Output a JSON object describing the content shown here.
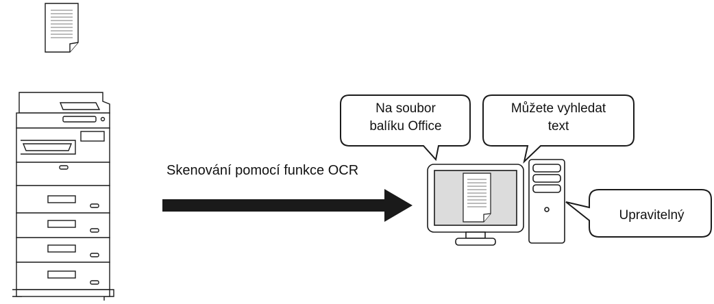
{
  "scan_label": "Skenování pomocí funkce OCR",
  "bubbles": [
    {
      "line1": "Na soubor",
      "line2": "balíku Office"
    },
    {
      "line1": "Můžete vyhledat",
      "line2": "text"
    },
    {
      "line1": "Upravitelný"
    }
  ],
  "icons": {
    "source_document": "document-icon",
    "device": "multifunction-printer-icon",
    "arrow": "right-arrow-icon",
    "monitor": "monitor-icon",
    "tower": "computer-tower-icon",
    "screen_document": "document-icon"
  },
  "colors": {
    "stroke": "#1a1a1a",
    "screen_fill": "#dcdcdc",
    "arrow_fill": "#1a1a1a",
    "background": "#ffffff"
  }
}
